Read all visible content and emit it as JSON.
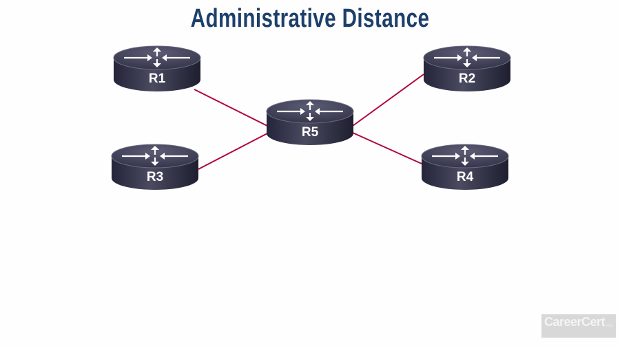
{
  "title": "Administrative Distance",
  "routers": [
    {
      "id": "R1",
      "label": "R1"
    },
    {
      "id": "R2",
      "label": "R2"
    },
    {
      "id": "R3",
      "label": "R3"
    },
    {
      "id": "R4",
      "label": "R4"
    },
    {
      "id": "R5",
      "label": "R5"
    }
  ],
  "links": [
    [
      "R1",
      "R5"
    ],
    [
      "R3",
      "R5"
    ],
    [
      "R2",
      "R5"
    ],
    [
      "R4",
      "R5"
    ]
  ],
  "colors": {
    "title": "#1d3f6b",
    "link": "#b0063c",
    "router_body": "#2e2e44",
    "router_top": "#4a4a62"
  },
  "watermark": {
    "brand": "CareerCert",
    "suffix": "info"
  }
}
